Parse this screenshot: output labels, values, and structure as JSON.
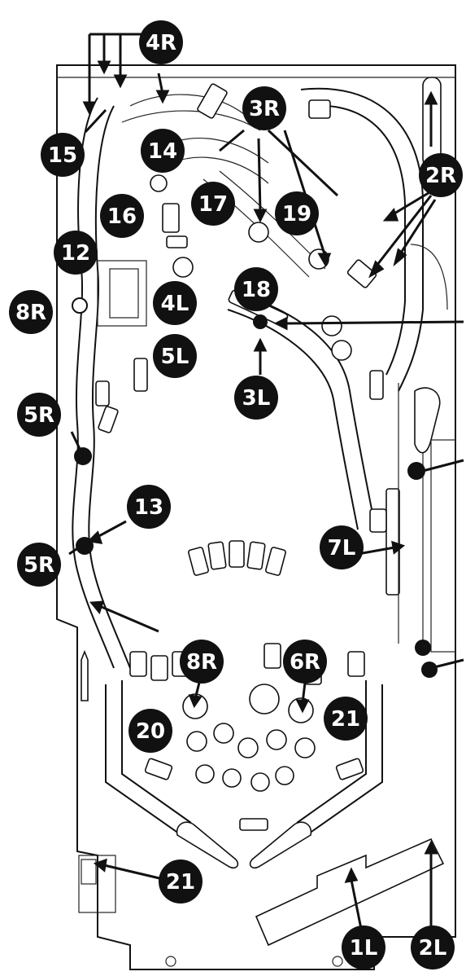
{
  "figure": {
    "description_none": "",
    "callouts": [
      {
        "id": "c-4R-top",
        "label": "4R"
      },
      {
        "id": "c-3R",
        "label": "3R"
      },
      {
        "id": "c-15",
        "label": "15"
      },
      {
        "id": "c-14",
        "label": "14"
      },
      {
        "id": "c-2R",
        "label": "2R"
      },
      {
        "id": "c-16",
        "label": "16"
      },
      {
        "id": "c-17",
        "label": "17"
      },
      {
        "id": "c-19",
        "label": "19"
      },
      {
        "id": "c-12",
        "label": "12"
      },
      {
        "id": "c-18",
        "label": "18"
      },
      {
        "id": "c-8R-left",
        "label": "8R"
      },
      {
        "id": "c-4L",
        "label": "4L"
      },
      {
        "id": "c-5L",
        "label": "5L"
      },
      {
        "id": "c-3L",
        "label": "3L"
      },
      {
        "id": "c-5R-upper",
        "label": "5R"
      },
      {
        "id": "c-13",
        "label": "13"
      },
      {
        "id": "c-7L",
        "label": "7L"
      },
      {
        "id": "c-5R-lower",
        "label": "5R"
      },
      {
        "id": "c-8R-center",
        "label": "8R"
      },
      {
        "id": "c-6R",
        "label": "6R"
      },
      {
        "id": "c-20",
        "label": "20"
      },
      {
        "id": "c-21-right",
        "label": "21"
      },
      {
        "id": "c-21-bottom",
        "label": "21"
      },
      {
        "id": "c-1L",
        "label": "1L"
      },
      {
        "id": "c-2L",
        "label": "2L"
      }
    ]
  }
}
